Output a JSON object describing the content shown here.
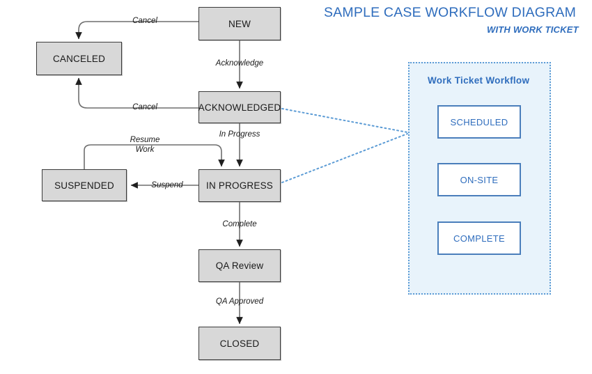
{
  "header": {
    "title": "SAMPLE CASE WORKFLOW DIAGRAM",
    "subtitle": "WITH WORK TICKET",
    "title_color": "#2f6dbd"
  },
  "colors": {
    "node_fill": "#d8d8d8",
    "node_border": "#3a3a3a",
    "edge_stroke": "#6e6e6e",
    "panel_fill": "#e8f3fb",
    "panel_border": "#5b9bd5",
    "ticket_border": "#4a7ebb",
    "ticket_text": "#2f6dbd",
    "link_dotted": "#5b9bd5"
  },
  "case_workflow": {
    "nodes": [
      {
        "id": "new",
        "label": "NEW"
      },
      {
        "id": "canceled",
        "label": "CANCELED"
      },
      {
        "id": "acknowledged",
        "label": "ACKNOWLEDGED"
      },
      {
        "id": "suspended",
        "label": "SUSPENDED"
      },
      {
        "id": "in_progress",
        "label": "IN PROGRESS"
      },
      {
        "id": "qa_review",
        "label": "QA Review"
      },
      {
        "id": "closed",
        "label": "CLOSED"
      }
    ],
    "transitions": [
      {
        "id": "t1",
        "from": "new",
        "to": "canceled",
        "label": "Cancel"
      },
      {
        "id": "t2",
        "from": "new",
        "to": "acknowledged",
        "label": "Acknowledge"
      },
      {
        "id": "t3",
        "from": "acknowledged",
        "to": "canceled",
        "label": "Cancel"
      },
      {
        "id": "t4",
        "from": "acknowledged",
        "to": "in_progress",
        "label": "In Progress"
      },
      {
        "id": "t5",
        "from": "in_progress",
        "to": "suspended",
        "label": "Suspend"
      },
      {
        "id": "t6",
        "from": "suspended",
        "to": "in_progress",
        "label": "Resume\nWork"
      },
      {
        "id": "t7",
        "from": "in_progress",
        "to": "qa_review",
        "label": "Complete"
      },
      {
        "id": "t8",
        "from": "qa_review",
        "to": "closed",
        "label": "QA Approved"
      }
    ]
  },
  "work_ticket_panel": {
    "title": "Work Ticket Workflow",
    "nodes": [
      {
        "id": "scheduled",
        "label": "SCHEDULED"
      },
      {
        "id": "on_site",
        "label": "ON-SITE"
      },
      {
        "id": "complete",
        "label": "COMPLETE"
      }
    ],
    "links_from": [
      "acknowledged",
      "in_progress"
    ]
  }
}
